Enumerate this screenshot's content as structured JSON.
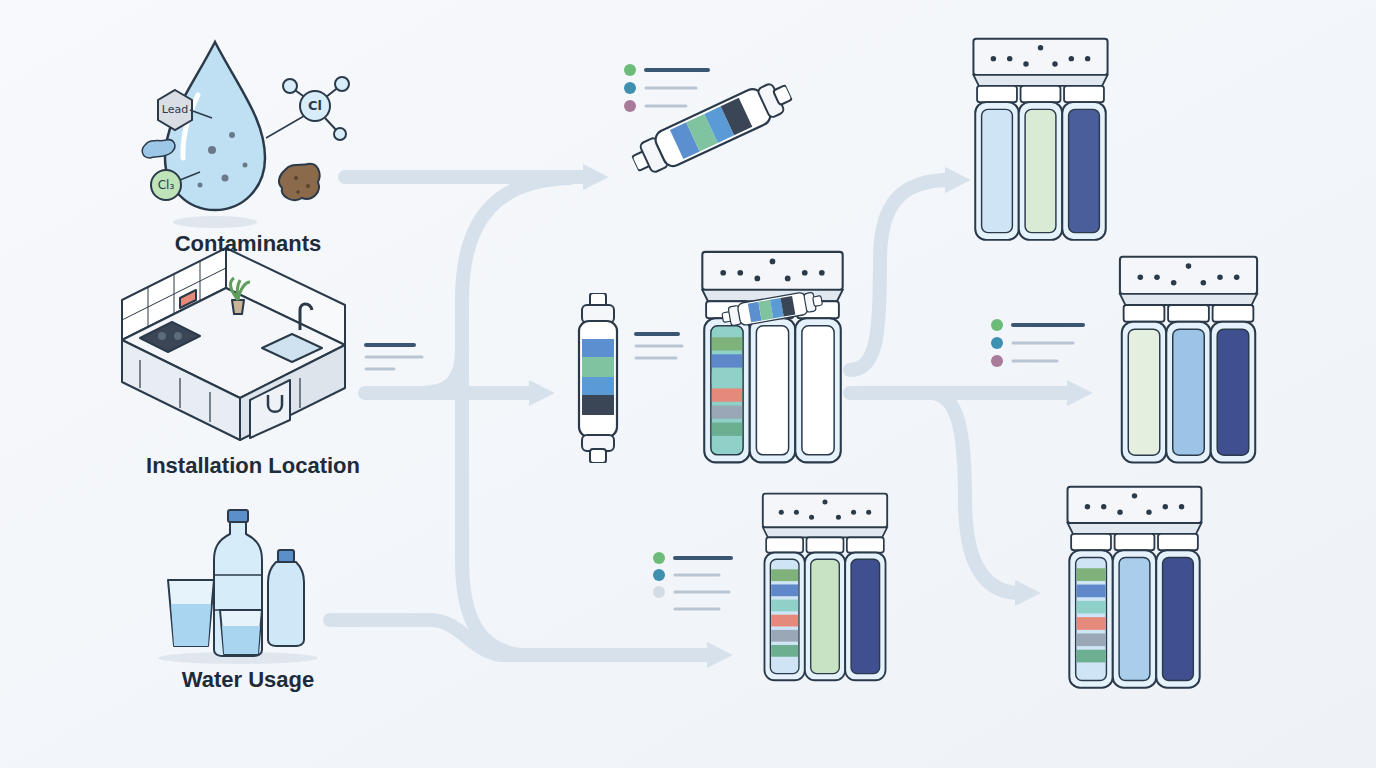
{
  "diagram": {
    "nodes": [
      {
        "text": [
          "Contaminants"
        ]
      },
      {
        "text": [
          "Installation Location"
        ]
      },
      {
        "text": [
          "Water Usage"
        ]
      }
    ],
    "labels": [
      "Lead",
      "Cl",
      "Cl₃"
    ]
  }
}
